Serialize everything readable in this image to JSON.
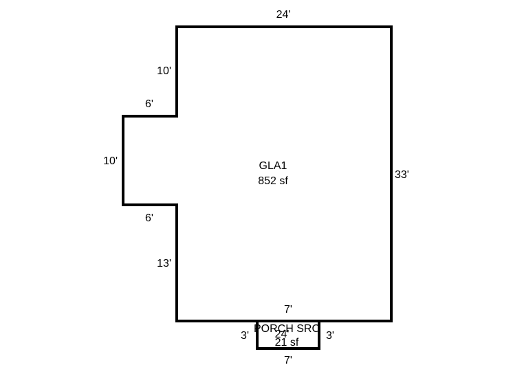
{
  "areas": {
    "gla1": {
      "name": "GLA1",
      "area": "852 sf"
    },
    "porch": {
      "name": "PORCH SRC",
      "area": "21 sf"
    }
  },
  "dimensions": {
    "top": "24'",
    "right": "33'",
    "left_upper": "10'",
    "bump_top": "6'",
    "bump_side": "10'",
    "bump_bottom": "6'",
    "left_lower": "13'",
    "bottom": "24'",
    "porch_top": "7'",
    "porch_left": "3'",
    "porch_right": "3'",
    "porch_bottom": "7'"
  }
}
